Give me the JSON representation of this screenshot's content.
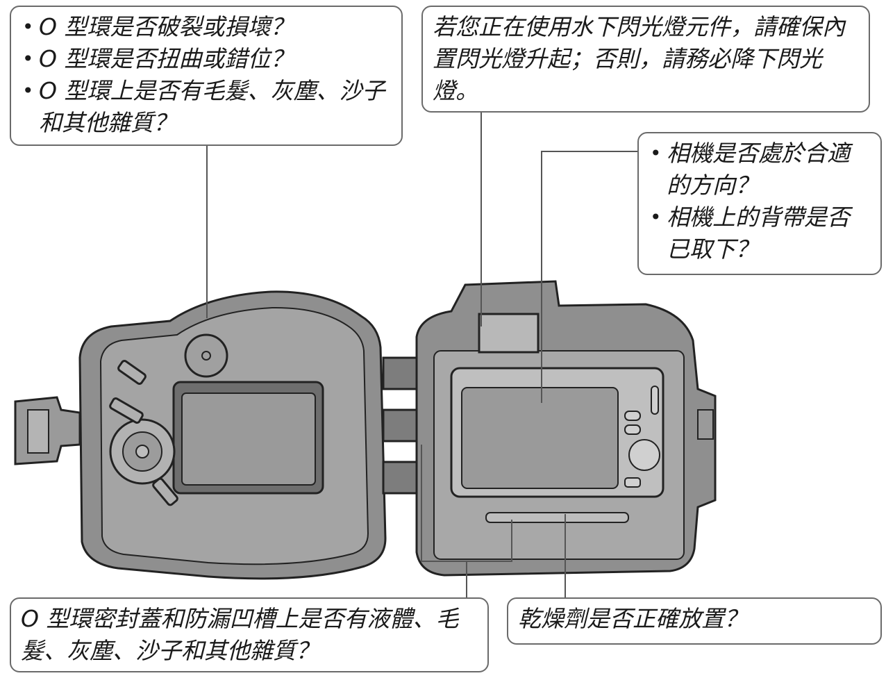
{
  "callouts": {
    "oring_checks": {
      "items": [
        "O 型環是否破裂或損壞？",
        "O 型環是否扭曲或錯位？",
        "O 型環上是否有毛髮、灰塵、沙子和其他雜質？"
      ]
    },
    "flash": {
      "text": "若您正在使用水下閃光燈元件，請確保內置閃光燈升起；否則，請務必降下閃光燈。"
    },
    "camera_checks": {
      "items": [
        "相機是否處於合適的方向？",
        "相機上的背帶是否已取下？"
      ]
    },
    "groove": {
      "text": "O 型環密封蓋和防漏凹槽上是否有液體、毛髮、灰塵、沙子和其他雜質？"
    },
    "desiccant": {
      "text": "乾燥劑是否正確放置？"
    }
  },
  "colors": {
    "housing_fill": "#8f8f8f",
    "housing_dark": "#5c5c5c",
    "lcd_fill": "#9a9a9a",
    "outline": "#222222",
    "leader_line": "#555555"
  }
}
